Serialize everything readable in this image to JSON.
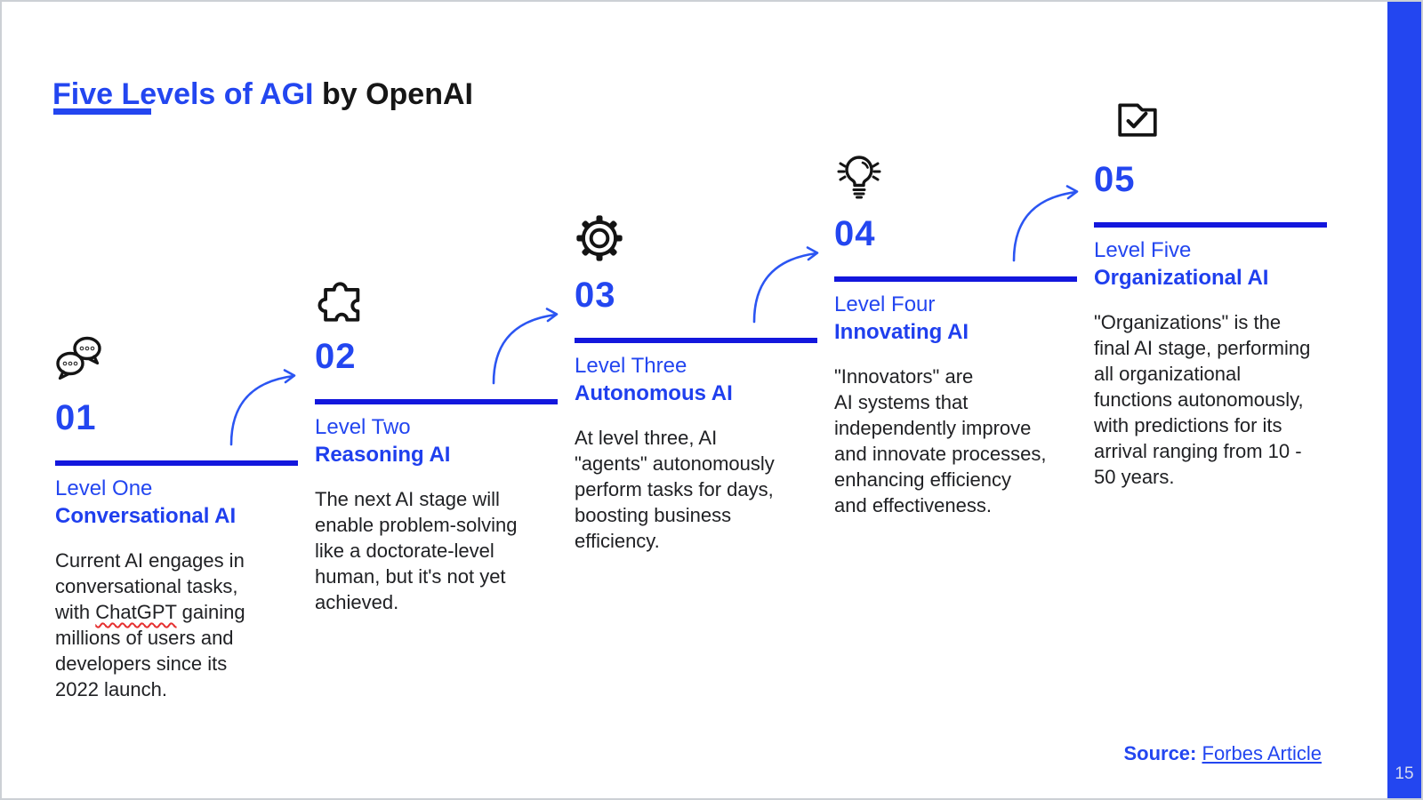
{
  "slide": {
    "title": {
      "accent": "Five Levels of AGI",
      "rest": " by OpenAI"
    },
    "page_number": "15",
    "source": {
      "label": "Source:",
      "link_text": "Forbes Article"
    }
  },
  "colors": {
    "accent_blue": "#2346f0",
    "rule_blue": "#1317dd",
    "arrow_blue": "#2b55f2",
    "body_text": "#202124",
    "icon_black": "#141414",
    "spellcheck_red": "#e53030",
    "sidebar_blue": "#2346f0",
    "page_number_text": "#d6daef"
  },
  "levels": [
    {
      "number": "01",
      "icon": "chat-bubbles-icon",
      "level_label": "Level One",
      "name": "Conversational AI",
      "description_parts": {
        "before": "Current AI engages in\nconversational tasks,\nwith ",
        "flagged": "ChatGPT",
        "after": " gaining\nmillions of users and\ndevelopers since its\n2022 launch."
      }
    },
    {
      "number": "02",
      "icon": "puzzle-piece-icon",
      "level_label": "Level Two",
      "name": "Reasoning AI",
      "description": "The next AI stage will\nenable problem-solving\nlike a doctorate-level\nhuman, but it's not yet\nachieved."
    },
    {
      "number": "03",
      "icon": "gear-icon",
      "level_label": "Level Three",
      "name": "Autonomous AI",
      "description": "At level three, AI\n\"agents\" autonomously\nperform tasks for days,\nboosting business\nefficiency."
    },
    {
      "number": "04",
      "icon": "lightbulb-icon",
      "level_label": "Level Four",
      "name": "Innovating AI",
      "description": "\"Innovators\" are\nAI systems that\nindependently improve\nand innovate processes,\nenhancing efficiency\nand effectiveness."
    },
    {
      "number": "05",
      "icon": "folder-check-icon",
      "level_label": "Level Five",
      "name": "Organizational AI",
      "description": "\"Organizations\" is the\nfinal AI stage, performing\nall organizational\nfunctions autonomously,\nwith predictions for its\narrival ranging from 10 -\n50 years."
    }
  ]
}
